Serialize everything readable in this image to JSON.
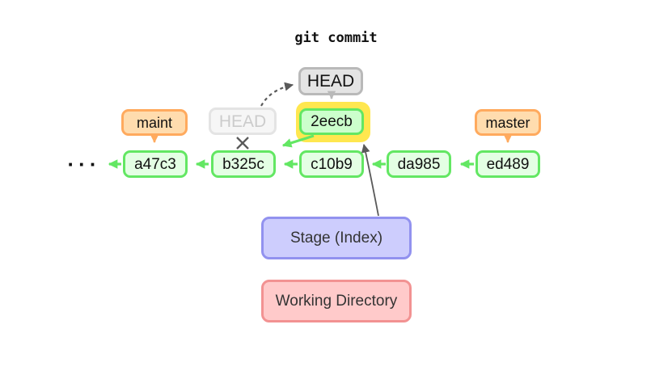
{
  "title": "git commit",
  "head": {
    "label": "HEAD"
  },
  "detached_head": {
    "label": "HEAD"
  },
  "new_commit": {
    "label": "2eecb"
  },
  "branches": {
    "maint": {
      "label": "maint"
    },
    "master": {
      "label": "master"
    }
  },
  "commits": [
    {
      "label": "a47c3"
    },
    {
      "label": "b325c"
    },
    {
      "label": "c10b9"
    },
    {
      "label": "da985"
    },
    {
      "label": "ed489"
    }
  ],
  "ellipsis": "···",
  "areas": {
    "stage": {
      "label": "Stage (Index)"
    },
    "working_directory": {
      "label": "Working Directory"
    }
  },
  "colors": {
    "text": "#111111",
    "commit_border": "#63e763",
    "commit_fill": "#e4ffe4",
    "new_commit_fill": "#ccffcc",
    "highlight": "#ffe74f",
    "branch_border": "#ffaa5e",
    "branch_fill": "#ffdcae",
    "head_border": "#b9b9b9",
    "head_fill": "#e4e4e4",
    "faded_border": "#e4e4e4",
    "faded_fill": "#f6f6f6",
    "faded_text": "#cccccc",
    "stage_border": "#9292ef",
    "stage_fill": "#cdcdfd",
    "working_border": "#f29292",
    "working_fill": "#ffcaca",
    "arrow_green": "#63e763",
    "arrow_orange": "#ffaa5e",
    "arrow_gray": "#b9b9b9",
    "arrow_dark": "#5a5a5a"
  }
}
